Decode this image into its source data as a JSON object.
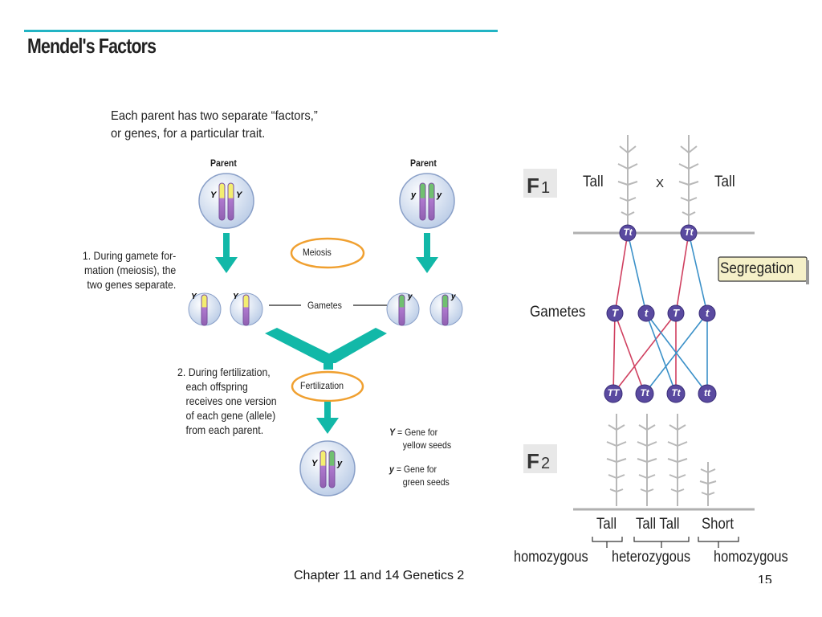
{
  "page": {
    "title": "Mendel's Factors",
    "footer": "Chapter 11 and 14 Genetics 2",
    "page_number": "15"
  },
  "left_figure": {
    "intro_line1": "Each parent has two separate “factors,”",
    "intro_line2": "or genes, for a particular trait.",
    "parent_left_label": "Parent",
    "parent_right_label": "Parent",
    "step1_lines": [
      "1. During gamete for-",
      "mation (meiosis), the",
      "two genes separate."
    ],
    "meiosis_label": "Meiosis",
    "gametes_label": "Gametes",
    "fertilization_label": "Fertilization",
    "step2_lines": [
      "2. During fertilization,",
      "each offspring",
      "receives one version",
      "of each gene (allele)",
      "from each parent."
    ],
    "legend": [
      {
        "symbol": "Y",
        "line1": "= Gene for",
        "line2": "yellow seeds"
      },
      {
        "symbol": "y",
        "line1": "= Gene for",
        "line2": "green seeds"
      }
    ],
    "allele_dominant": "Y",
    "allele_recessive": "y",
    "colors": {
      "arrow": "#12b8a8",
      "oval_border": "#f0a030",
      "cell": "#d8e4f4",
      "chromosome": "#a078c0"
    }
  },
  "right_figure": {
    "f1_label": "F1",
    "f1_left": "Tall",
    "cross": "X",
    "f1_right": "Tall",
    "parent_genotypes": [
      "Tt",
      "Tt"
    ],
    "segregation_label": "Segregation",
    "gametes_label": "Gametes",
    "gametes": [
      "T",
      "t",
      "T",
      "t"
    ],
    "offspring": [
      "TT",
      "Tt",
      "Tt",
      "tt"
    ],
    "f2_label": "F2",
    "phenotypes": [
      "Tall",
      "Tall Tall",
      "Short"
    ],
    "zygosity": [
      "homozygous",
      "heterozygous",
      "homozygous"
    ],
    "colors": {
      "allele_circle": "#5a4aa0",
      "red_line": "#d04060",
      "blue_line": "#3a90c8",
      "segregation_bg": "#f5f0c8"
    }
  }
}
